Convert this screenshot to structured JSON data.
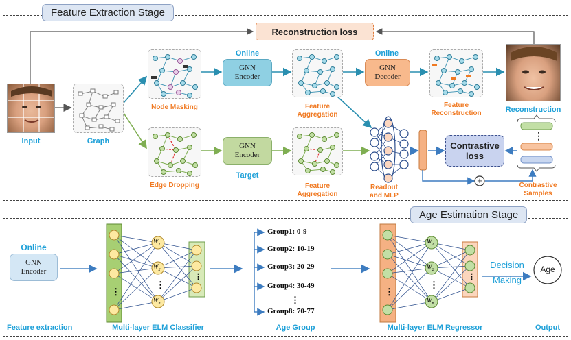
{
  "stages": {
    "feature_extraction": "Feature Extraction Stage",
    "age_estimation": "Age Estimation Stage"
  },
  "top": {
    "reconstruction_loss": "Reconstruction loss",
    "input": "Input",
    "graph": "Graph",
    "node_masking": "Node Masking",
    "online_1": "Online",
    "gnn_encoder_line1": "GNN",
    "gnn_encoder_line2": "Encoder",
    "feature_aggregation_1a": "Feature",
    "feature_aggregation_1b": "Aggregation",
    "online_2": "Online",
    "gnn_decoder_line1": "GNN",
    "gnn_decoder_line2": "Decoder",
    "feature_reconstruction_a": "Feature",
    "feature_reconstruction_b": "Reconstruction",
    "reconstruction": "Reconstruction",
    "edge_dropping": "Edge Dropping",
    "target_encoder_line1": "GNN",
    "target_encoder_line2": "Encoder",
    "target": "Target",
    "feature_aggregation_2a": "Feature",
    "feature_aggregation_2b": "Aggregation",
    "readout_a": "Readout",
    "readout_b": "and MLP",
    "contrastive_loss_a": "Contrastive",
    "contrastive_loss_b": "loss",
    "contrastive_samples_a": "Contrastive",
    "contrastive_samples_b": "Samples",
    "ellipsis": "⋮",
    "plus": "+"
  },
  "bottom": {
    "online": "Online",
    "gnn_encoder_line1": "GNN",
    "gnn_encoder_line2": "Encoder",
    "feature_extraction": "Feature extraction",
    "classifier": "Multi-layer ELM Classifier",
    "groups": [
      "Group1: 0-9",
      "Group2: 10-19",
      "Group3: 20-29",
      "Group4: 30-49",
      "Group8: 70-77"
    ],
    "group_ellipsis": "⋮",
    "age_group": "Age Group",
    "regressor": "Multi-layer ELM Regressor",
    "decision_a": "Decision",
    "decision_b": "Making",
    "age": "Age",
    "output": "Output",
    "w1": "W",
    "w1_sub": "1",
    "w2": "W",
    "w2_sub": "2",
    "wn": "W",
    "wn_sub": "n",
    "dots": "⋮"
  },
  "colors": {
    "blue_label": "#1ea0d8",
    "orange_label": "#f07a23",
    "encoder_blue": "#8fd0e3",
    "decoder_orange": "#f8b98c",
    "target_green": "#c2d9a0",
    "elm_green": "#a7cf73",
    "elm_orange": "#f5b183",
    "neuron_yellow": "#fde9a1",
    "arrow_blue": "#4b86c4"
  }
}
